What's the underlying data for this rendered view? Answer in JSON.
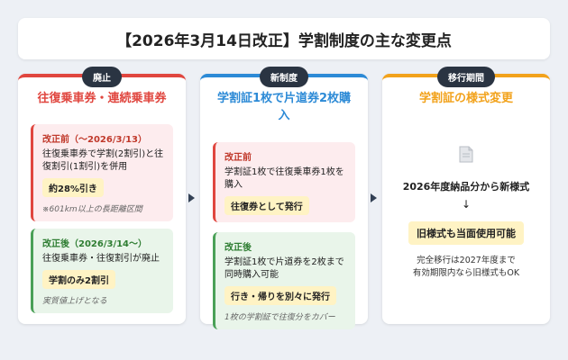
{
  "title": "【2026年3月14日改正】学割制度の主な変更点",
  "colors": {
    "abolish": "#e0463f",
    "new": "#2c8ad6",
    "transition": "#f2a21b"
  },
  "columns": [
    {
      "pill": "廃止",
      "heading": "往復乗車券・連続乗車券",
      "boxes": [
        {
          "label": "改正前（〜2026/3/13）",
          "text": "往復乗車券で学割(2割引)と往復割引(1割引)を併用",
          "chip": "約28%引き",
          "note": "※601km以上の長距離区間"
        },
        {
          "label": "改正後（2026/3/14〜）",
          "text": "往復乗車券・往復割引が廃止",
          "chip": "学割のみ2割引",
          "note": "実質値上げとなる"
        }
      ]
    },
    {
      "pill": "新制度",
      "heading": "学割証1枚で片道券2枚購入",
      "boxes": [
        {
          "label": "改正前",
          "text": "学割証1枚で往復乗車券1枚を購入",
          "chip": "往復券として発行",
          "note": ""
        },
        {
          "label": "改正後",
          "text": "学割証1枚で片道券を2枚まで同時購入可能",
          "chip": "行き・帰りを別々に発行",
          "note": "1枚の学割証で往復分をカバー"
        }
      ]
    },
    {
      "pill": "移行期間",
      "heading": "学割証の様式変更",
      "icon": "document-icon",
      "main": "2026年度納品分から新様式",
      "arrow": "↓",
      "chip": "旧様式も当面使用可能",
      "footer_line1": "完全移行は2027年度まで",
      "footer_line2": "有効期限内なら旧様式もOK"
    }
  ]
}
